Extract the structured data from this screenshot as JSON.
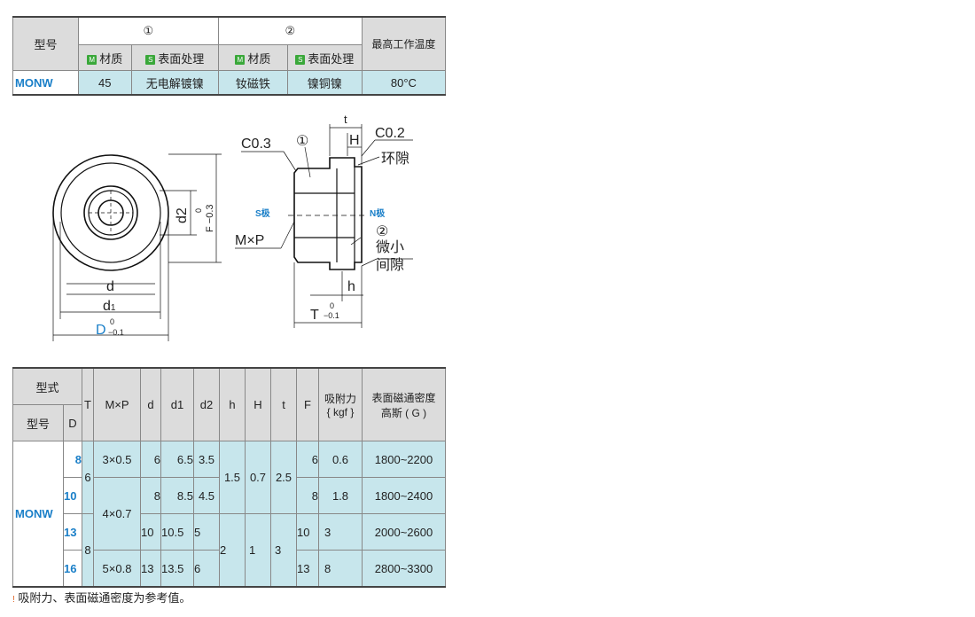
{
  "spec_table": {
    "col_model": "型号",
    "group1": "①",
    "group2": "②",
    "max_temp": "最高工作温度",
    "material_label": "材质",
    "surface_label": "表面处理",
    "m_badge": "M",
    "s_badge": "S",
    "row": {
      "model": "MONW",
      "mat1": "45",
      "surf1": "无电解镀镍",
      "mat2": "钕磁铁",
      "surf2": "镍铜镍",
      "temp": "80°C"
    }
  },
  "drawing": {
    "d": "d",
    "d1": "d",
    "d1_sub": "1",
    "D": "D",
    "D_tol_top": "0",
    "D_tol_bot": "−0.1",
    "d2": "d2",
    "d2_tol_top": "0",
    "d2_tol_bot": "F −0.3",
    "c03": "C0.3",
    "c02": "C0.2",
    "circle1": "①",
    "circle2": "②",
    "t": "t",
    "H": "H",
    "h": "h",
    "ring_gap": "环隙",
    "s_pole": "S极",
    "n_pole": "N极",
    "mxp": "M×P",
    "small_gap_1": "微小",
    "small_gap_2": "间隙",
    "T": "T",
    "T_tol_top": "0",
    "T_tol_bot": "−0.1"
  },
  "dim_table": {
    "h_type": "型式",
    "h_model": "型号",
    "h_D": "D",
    "h_T": "T",
    "h_MP": "M×P",
    "h_d": "d",
    "h_d1": "d1",
    "h_d2": "d2",
    "h_h": "h",
    "h_H": "H",
    "h_t": "t",
    "h_F": "F",
    "h_force": "吸附力",
    "h_force_unit": "{ kgf }",
    "h_flux": "表面磁通密度",
    "h_flux_unit": "高斯 ( G )",
    "model": "MONW",
    "rows": [
      {
        "D": "8",
        "MP": "3×0.5",
        "d": "6",
        "d1": "6.5",
        "d2": "3.5",
        "F": "6",
        "force": "0.6",
        "flux": "1800~2200"
      },
      {
        "D": "10",
        "MP": "4×0.7",
        "d": "8",
        "d1": "8.5",
        "d2": "4.5",
        "F": "8",
        "force": "1.8",
        "flux": "1800~2400"
      },
      {
        "D": "13",
        "MP": "",
        "d": "10",
        "d1": "10.5",
        "d2": "5",
        "F": "10",
        "force": "3",
        "flux": "2000~2600"
      },
      {
        "D": "16",
        "MP": "5×0.8",
        "d": "13",
        "d1": "13.5",
        "d2": "6",
        "F": "13",
        "force": "8",
        "flux": "2800~3300"
      }
    ],
    "T_a": "6",
    "T_b": "8",
    "h_a": "1.5",
    "H_a": "0.7",
    "t_a": "2.5",
    "h_b": "2",
    "H_b": "1",
    "t_b": "3"
  },
  "note": {
    "icon": "!",
    "text": "吸附力、表面磁通密度为参考值。"
  }
}
